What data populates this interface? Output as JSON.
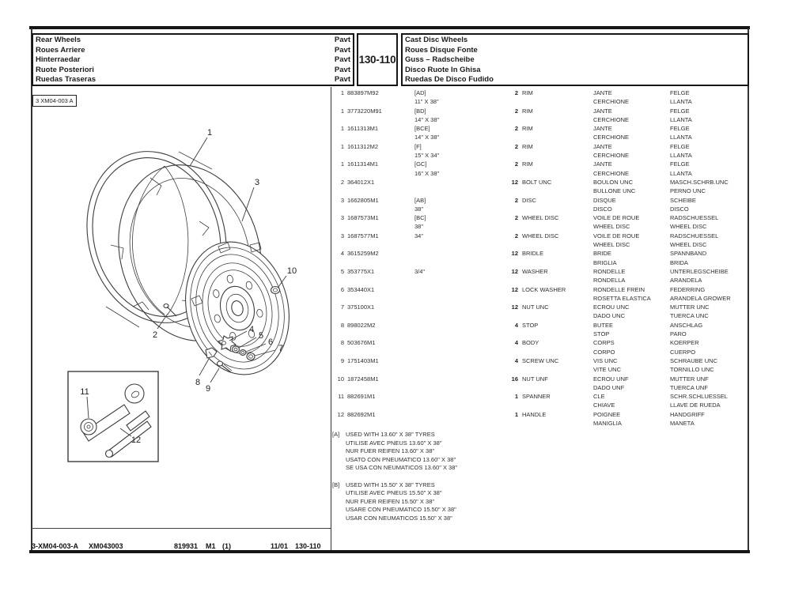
{
  "header": {
    "left_rows": [
      {
        "t": "Rear Wheels",
        "c": "Pavt"
      },
      {
        "t": "Roues Arriere",
        "c": "Pavt"
      },
      {
        "t": "Hinterraedar",
        "c": "Pavt"
      },
      {
        "t": "Ruote Posteriori",
        "c": "Pavt"
      },
      {
        "t": "Ruedas Traseras",
        "c": "Pavt"
      }
    ],
    "page_number": "130-110",
    "right_rows": [
      "Cast Disc Wheels",
      "Roues Disque Fonte",
      "Guss – Radscheibe",
      "Disco Ruote In Ghisa",
      "Ruedas De Disco Fudido"
    ]
  },
  "drawing": {
    "ref_label": "3 XM04-003 A",
    "callouts": [
      "1",
      "2",
      "3",
      "4",
      "5",
      "6",
      "7",
      "8",
      "9",
      "10",
      "11",
      "12"
    ]
  },
  "parts": {
    "rows": [
      {
        "ref": "1",
        "part": "883897M92",
        "n1": "[AD]",
        "n2": "11\" X 38\"",
        "qty": "2",
        "desc": "RIM",
        "f1": "JANTE",
        "f2": "CERCHIONE",
        "d1": "FELGE",
        "d2": "LLANTA"
      },
      {
        "ref": "1",
        "part": "3773220M91",
        "n1": "[BD]",
        "n2": "14\" X 38\"",
        "qty": "2",
        "desc": "RIM",
        "f1": "JANTE",
        "f2": "CERCHIONE",
        "d1": "FELGE",
        "d2": "LLANTA"
      },
      {
        "ref": "1",
        "part": "1611313M1",
        "n1": "[BCE]",
        "n2": "14\" X 38\"",
        "qty": "2",
        "desc": "RIM",
        "f1": "JANTE",
        "f2": "CERCHIONE",
        "d1": "FELGE",
        "d2": "LLANTA"
      },
      {
        "ref": "1",
        "part": "1611312M2",
        "n1": "[F]",
        "n2": "15\" X 34\"",
        "qty": "2",
        "desc": "RIM",
        "f1": "JANTE",
        "f2": "CERCHIONE",
        "d1": "FELGE",
        "d2": "LLANTA"
      },
      {
        "ref": "1",
        "part": "1611314M1",
        "n1": "[GC]",
        "n2": "16\" X 38\"",
        "qty": "2",
        "desc": "RIM",
        "f1": "JANTE",
        "f2": "CERCHIONE",
        "d1": "FELGE",
        "d2": "LLANTA"
      },
      {
        "ref": "2",
        "part": "364012X1",
        "n1": "",
        "n2": "",
        "qty": "12",
        "desc": "BOLT UNC",
        "f1": "BOULON UNC",
        "f2": "BULLONE UNC",
        "d1": "MASCH.SCHRB.UNC",
        "d2": "PERNO UNC"
      },
      {
        "ref": "3",
        "part": "1662805M1",
        "n1": "[AB]",
        "n2": "38\"",
        "qty": "2",
        "desc": "DISC",
        "f1": "DISQUE",
        "f2": "DISCO",
        "d1": "SCHEIBE",
        "d2": "DISCO"
      },
      {
        "ref": "3",
        "part": "1687573M1",
        "n1": "[BC]",
        "n2": "38\"",
        "qty": "2",
        "desc": "WHEEL DISC",
        "f1": "VOILE DE ROUE",
        "f2": "WHEEL DISC",
        "d1": "RADSCHUESSEL",
        "d2": "WHEEL DISC"
      },
      {
        "ref": "3",
        "part": "1687577M1",
        "n1": "34\"",
        "n2": "",
        "qty": "2",
        "desc": "WHEEL DISC",
        "f1": "VOILE DE ROUE",
        "f2": "WHEEL DISC",
        "d1": "RADSCHUESSEL",
        "d2": "WHEEL DISC"
      },
      {
        "ref": "4",
        "part": "3615259M2",
        "n1": "",
        "n2": "",
        "qty": "12",
        "desc": "BRIDLE",
        "f1": "BRIDE",
        "f2": "BRIGLIA",
        "d1": "SPANNBAND",
        "d2": "BRIDA"
      },
      {
        "ref": "5",
        "part": "353775X1",
        "n1": "3/4\"",
        "n2": "",
        "qty": "12",
        "desc": "WASHER",
        "f1": "RONDELLE",
        "f2": "RONDELLA",
        "d1": "UNTERLEGSCHEIBE",
        "d2": "ARANDELA"
      },
      {
        "ref": "6",
        "part": "353440X1",
        "n1": "",
        "n2": "",
        "qty": "12",
        "desc": "LOCK WASHER",
        "f1": "RONDELLE FREIN",
        "f2": "ROSETTA ELASTICA",
        "d1": "FEDERRING",
        "d2": "ARANDELA GROWER"
      },
      {
        "ref": "7",
        "part": "375100X1",
        "n1": "",
        "n2": "",
        "qty": "12",
        "desc": "NUT UNC",
        "f1": "ECROU UNC",
        "f2": "DADO UNC",
        "d1": "MUTTER UNC",
        "d2": "TUERCA UNC"
      },
      {
        "ref": "8",
        "part": "898022M2",
        "n1": "",
        "n2": "",
        "qty": "4",
        "desc": "STOP",
        "f1": "BUTEE",
        "f2": "STOP",
        "d1": "ANSCHLAG",
        "d2": "PARO"
      },
      {
        "ref": "8",
        "part": "503676M1",
        "n1": "",
        "n2": "",
        "qty": "4",
        "desc": "BODY",
        "f1": "CORPS",
        "f2": "CORPO",
        "d1": "KOERPER",
        "d2": "CUERPO"
      },
      {
        "ref": "9",
        "part": "1751403M1",
        "n1": "",
        "n2": "",
        "qty": "4",
        "desc": "SCREW UNC",
        "f1": "VIS UNC",
        "f2": "VITE UNC",
        "d1": "SCHRAUBE UNC",
        "d2": "TORNILLO UNC"
      },
      {
        "ref": "10",
        "part": "1872458M1",
        "n1": "",
        "n2": "",
        "qty": "16",
        "desc": "NUT UNF",
        "f1": "ECROU UNF",
        "f2": "DADO UNF",
        "d1": "MUTTER UNF",
        "d2": "TUERCA UNF"
      },
      {
        "ref": "11",
        "part": "882691M1",
        "n1": "",
        "n2": "",
        "qty": "1",
        "desc": "SPANNER",
        "f1": "CLE",
        "f2": "CHIAVE",
        "d1": "SCHR.SCHLUESSEL",
        "d2": "LLAVE DE RUEDA"
      },
      {
        "ref": "12",
        "part": "882692M1",
        "n1": "",
        "n2": "",
        "qty": "1",
        "desc": "HANDLE",
        "f1": "POIGNEE",
        "f2": "MANIGLIA",
        "d1": "HANDGRIFF",
        "d2": "MANETA"
      }
    ]
  },
  "notes": {
    "a_tag": "[A]",
    "a_lines": [
      "USED WITH 13.60\" X 38\" TYRES",
      "UTILISE AVEC PNEUS 13.60\" X 38\"",
      "NUR FUER REIFEN 13.60\" X 38\"",
      "USATO CON PNEUMATICO 13.60\" X 38\"",
      "SE USA CON NEUMATICOS 13.60\" X 38\""
    ],
    "b_tag": "[B]",
    "b_lines": [
      "USED WITH 15.50\" X 38\" TYRES",
      "UTILISE AVEC PNEUS 15.50\" X 38\"",
      "NUR FUER REIFEN 15.50\" X 38\"",
      "USARE CON PNEUMATICO 15.50\" X 38\"",
      "USAR CON NEUMATICOS 15.50\" X 38\""
    ]
  },
  "footer": {
    "doc_ref": "3-XM04-003-A",
    "doc_code": "XM043003",
    "pub_number": "819931",
    "revision": "M1",
    "sheet": "(1)",
    "date": "11/01",
    "page": "130-110"
  }
}
